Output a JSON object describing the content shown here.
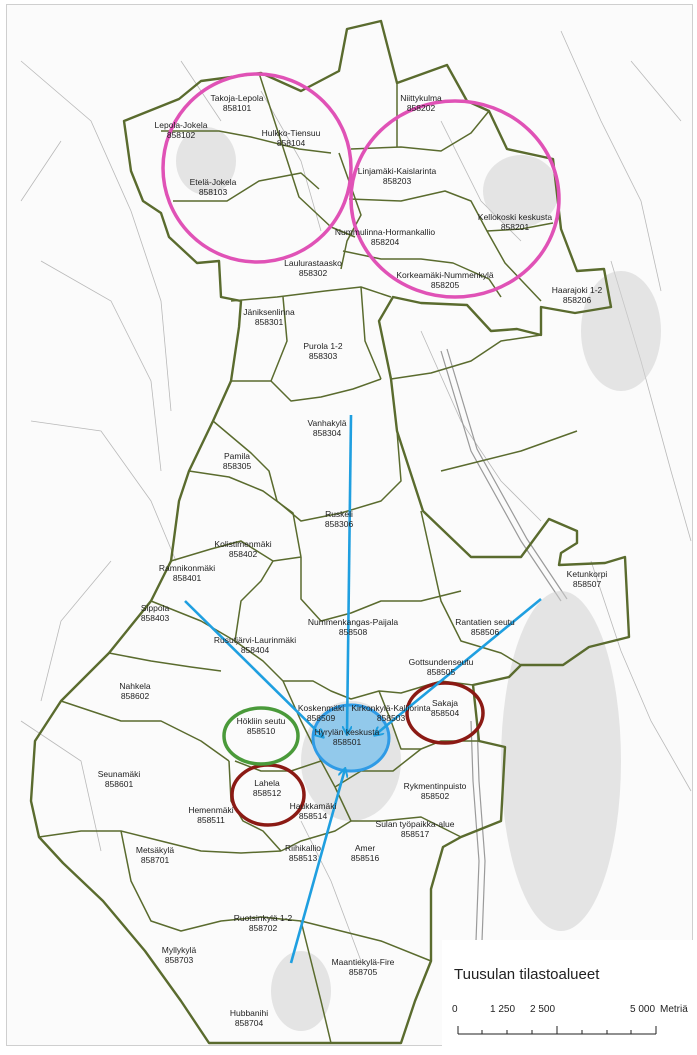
{
  "map": {
    "title": "Tuusulan tilastoalueet",
    "scale": {
      "unit": "Metriä",
      "labels": [
        "0",
        "1 250",
        "2 500",
        "5 000"
      ]
    },
    "colors": {
      "boundary": "#5a6b2e",
      "highlight_pink": "#e052b6",
      "highlight_red": "#8b1a14",
      "highlight_green": "#4a9a3a",
      "highlight_blue": "#5bb8f0",
      "arrow": "#1f9fe0"
    },
    "areas": [
      {
        "name": "Takoja-Lepola",
        "code": "858101"
      },
      {
        "name": "Lepola-Jokela",
        "code": "858102"
      },
      {
        "name": "Etelä-Jokela",
        "code": "858103"
      },
      {
        "name": "Hulkko-Tiensuu",
        "code": "858104"
      },
      {
        "name": "Niittykulma",
        "code": "858202"
      },
      {
        "name": "Linjamäki-Kaislarinta",
        "code": "858203"
      },
      {
        "name": "Kellokoski keskusta",
        "code": "858201"
      },
      {
        "name": "Nummulinna-Hormankallio",
        "code": "858204"
      },
      {
        "name": "Korkeamäki-Nummenkylä",
        "code": "858205"
      },
      {
        "name": "Haarajoki 1-2",
        "code": "858206"
      },
      {
        "name": "Laulurastaasko",
        "code": "858302"
      },
      {
        "name": "Jäniksenlinna",
        "code": "858301"
      },
      {
        "name": "Purola 1-2",
        "code": "858303"
      },
      {
        "name": "Vanhakylä",
        "code": "858304"
      },
      {
        "name": "Pamila",
        "code": "858305"
      },
      {
        "name": "Ruskeli",
        "code": "858306"
      },
      {
        "name": "Kolistimenmäki",
        "code": "858402"
      },
      {
        "name": "Ramnikonmäki",
        "code": "858401"
      },
      {
        "name": "Ketunkorpi",
        "code": "858507"
      },
      {
        "name": "Sippola",
        "code": "858403"
      },
      {
        "name": "Rantatien seutu",
        "code": "858506"
      },
      {
        "name": "Nummenkangas-Paijala",
        "code": "858508"
      },
      {
        "name": "Rusutjärvi-Laurinmäki",
        "code": "858404"
      },
      {
        "name": "Gottsundenseutu",
        "code": "858505"
      },
      {
        "name": "Nahkela",
        "code": "858602"
      },
      {
        "name": "Hökliin seutu",
        "code": "858510"
      },
      {
        "name": "Koskenmäki",
        "code": "858509"
      },
      {
        "name": "Kirkonkylä-Kalliorinta",
        "code": "858503"
      },
      {
        "name": "Sakaja",
        "code": "858504"
      },
      {
        "name": "Hyrylän keskusta",
        "code": "858501"
      },
      {
        "name": "Seunamäki",
        "code": "858601"
      },
      {
        "name": "Rykmentinpuisto",
        "code": "858502"
      },
      {
        "name": "Lahela",
        "code": "858512"
      },
      {
        "name": "Hemenmäki",
        "code": "858511"
      },
      {
        "name": "Haukkamäki",
        "code": "858514"
      },
      {
        "name": "Sulan työpaikka-alue",
        "code": "858517"
      },
      {
        "name": "Metsäkylä",
        "code": "858701"
      },
      {
        "name": "Riihikallio",
        "code": "858513"
      },
      {
        "name": "Amer",
        "code": "858516"
      },
      {
        "name": "Ruotsinkylä 1-2",
        "code": "858702"
      },
      {
        "name": "Myllykylä",
        "code": "858703"
      },
      {
        "name": "Maantiekylä-Fire",
        "code": "858705"
      },
      {
        "name": "Hubbanihi",
        "code": "858704"
      }
    ]
  }
}
